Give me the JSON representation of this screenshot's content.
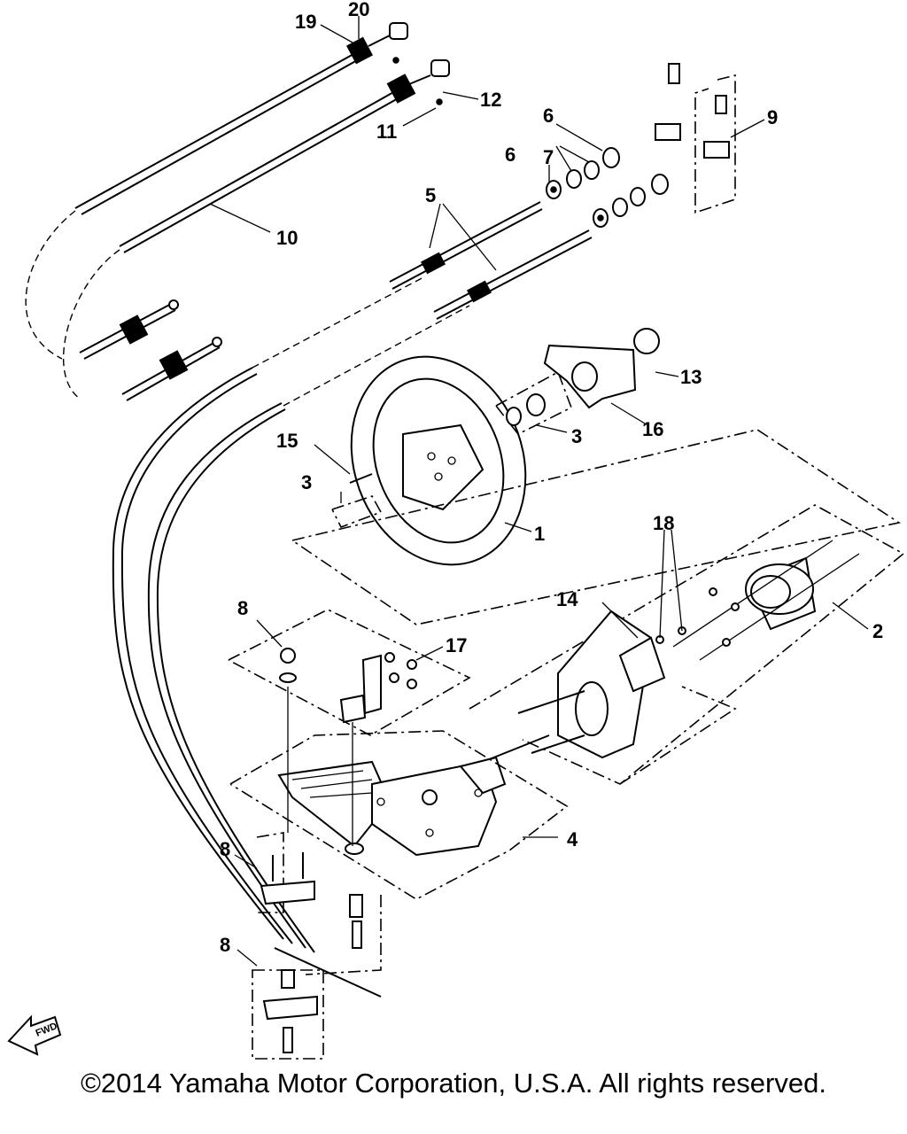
{
  "callouts": {
    "c1": "1",
    "c2": "2",
    "c3a": "3",
    "c3b": "3",
    "c4": "4",
    "c5": "5",
    "c6a": "6",
    "c6b": "6",
    "c7": "7",
    "c8a": "8",
    "c8b": "8",
    "c8c": "8",
    "c9": "9",
    "c10": "10",
    "c11": "11",
    "c12": "12",
    "c13": "13",
    "c14": "14",
    "c15": "15",
    "c16": "16",
    "c17": "17",
    "c18": "18",
    "c19": "19",
    "c20": "20"
  },
  "fwd_label": "FWD",
  "copyright": "©2014 Yamaha Motor Corporation, U.S.A. All rights reserved."
}
